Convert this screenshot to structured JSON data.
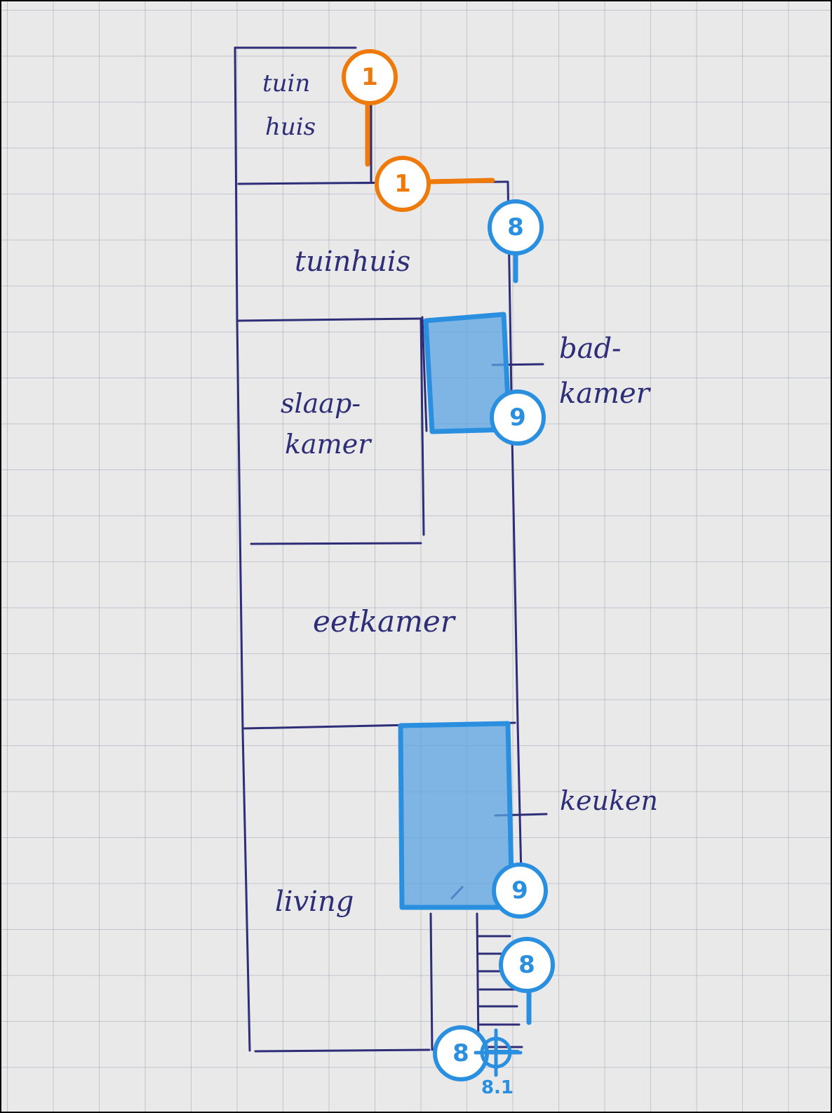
{
  "colors": {
    "ink": "#2e2d77",
    "orange": "#ef7a0c",
    "blue": "#2b8fe0",
    "blue_fill": "#5aa3e2",
    "paper": "#e9e9ea"
  },
  "rooms": {
    "tuinhuis_small_line1": "tuin",
    "tuinhuis_small_line2": "huis",
    "tuinhuis": "tuinhuis",
    "badkamer_line1": "bad-",
    "badkamer_line2": "kamer",
    "slaapkamer_line1": "slaap-",
    "slaapkamer_line2": "kamer",
    "eetkamer": "eetkamer",
    "keuken": "keuken",
    "living": "living"
  },
  "markers": {
    "orange_top": "1",
    "orange_mid": "1",
    "blue_top_8": "8",
    "blue_bath_9": "9",
    "blue_kitchen_9": "9",
    "blue_stairs_8": "8",
    "blue_bottom_8": "8",
    "target_label": "8.1"
  }
}
